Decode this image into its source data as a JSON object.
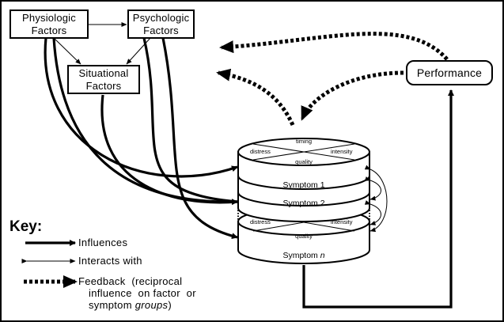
{
  "factors": {
    "physiologic": [
      "Physiologic",
      "Factors"
    ],
    "psychologic": [
      "Psychologic",
      "Factors"
    ],
    "situational": [
      "Situational",
      "Factors"
    ]
  },
  "performance": "Performance",
  "top_disc": {
    "top_label": "timing",
    "left_label": "distress",
    "right_label": "intensity",
    "bottom_label": "quality"
  },
  "bottom_disc": {
    "left_label": "distress",
    "right_label": "intensity",
    "bottom_label": "quality"
  },
  "symptoms": {
    "first": "Symptom 1",
    "second": "Symptom 2",
    "last_prefix": "Symptom ",
    "last_suffix": "n"
  },
  "key": {
    "title": "Key:",
    "influences": "Influences",
    "interacts": "Interacts with",
    "feedback_line1": "Feedback  (reciprocal",
    "feedback_line2_prefix": "influence  on factor  or",
    "feedback_line3_prefix": "symptom ",
    "feedback_line3_italic": "groups",
    "feedback_line3_suffix": ")"
  }
}
